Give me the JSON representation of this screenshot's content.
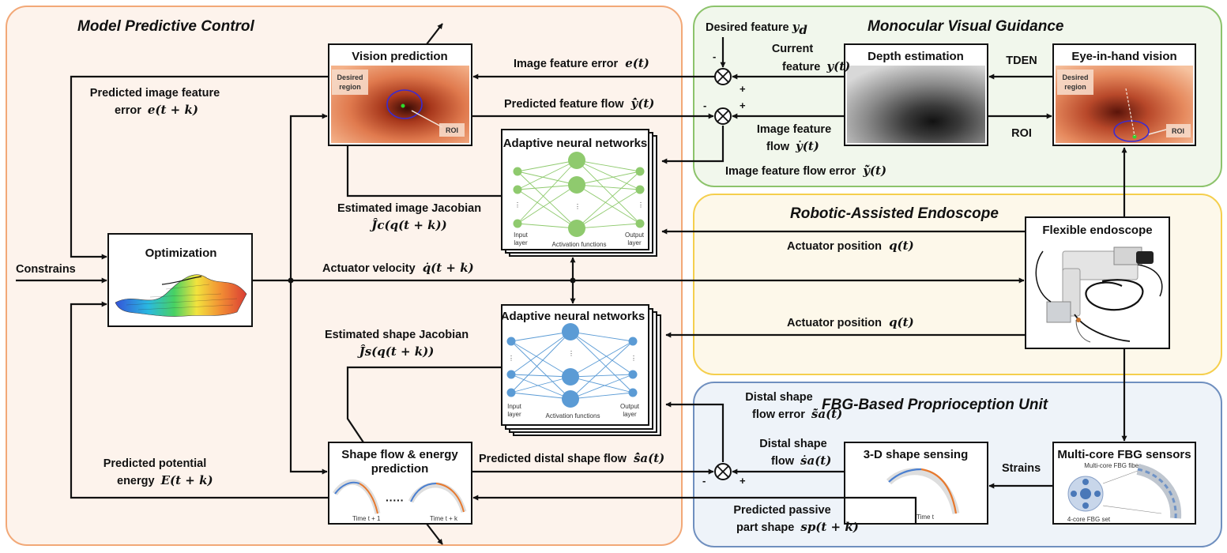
{
  "regions": {
    "mpc": "Model Predictive Control",
    "mvg": "Monocular Visual Guidance",
    "rae": "Robotic-Assisted Endoscope",
    "fbg": "FBG-Based Proprioception Unit"
  },
  "boxes": {
    "vision_prediction": "Vision prediction",
    "depth_estimation": "Depth estimation",
    "eye_in_hand": "Eye-in-hand vision",
    "flexible_endoscope": "Flexible endoscope",
    "optimization": "Optimization",
    "adaptive_nn_top": "Adaptive neural networks",
    "adaptive_nn_bottom": "Adaptive neural networks",
    "shape_flow_line1": "Shape flow & energy",
    "shape_flow_line2": "prediction",
    "shape_sensing": "3-D shape sensing",
    "fbg_sensors": "Multi-core FBG sensors"
  },
  "image_labels": {
    "desired_region_line1": "Desired",
    "desired_region_line2": "region",
    "roi": "ROI",
    "nn_input_line1": "Input",
    "nn_input_line2": "layer",
    "nn_output_line1": "Output",
    "nn_output_line2": "layer",
    "nn_activation": "Activation functions",
    "time_t_k1": "Time t + 1",
    "time_t_k2": "Time t + k",
    "time_t": "Time t",
    "fbg_fiber": "Multi-core FBG fiber",
    "fbg_set": "4-core FBG set"
  },
  "signals": {
    "desired_feature": "Desired feature",
    "desired_feature_sym": "y",
    "desired_feature_sub": "d",
    "current_feature_line1": "Current",
    "current_feature_line2": "feature",
    "current_feature_sym": "y(t)",
    "tden": "TDEN",
    "roi_arrow": "ROI",
    "image_feature_error": "Image feature error",
    "image_feature_error_sym": "e(t)",
    "predicted_feature_flow": "Predicted feature flow",
    "predicted_feature_flow_sym": "ŷ̇(t)",
    "image_feature_flow_line1": "Image feature",
    "image_feature_flow_line2": "flow",
    "image_feature_flow_sym": "ẏ(t)",
    "image_feature_flow_error": "Image feature flow error",
    "image_feature_flow_error_sym": "ỹ̇(t)",
    "predicted_image_error_line1": "Predicted image feature",
    "predicted_image_error_line2": "error",
    "predicted_image_error_sym": "e(t + k)",
    "estimated_image_jacobian": "Estimated image Jacobian",
    "estimated_image_jacobian_sym": "Ĵc(q(t + k))",
    "constrains": "Constrains",
    "actuator_velocity": "Actuator velocity",
    "actuator_velocity_sym": "q̇(t + k)",
    "actuator_position_top": "Actuator position",
    "actuator_position_top_sym": "q(t)",
    "actuator_position_bottom": "Actuator position",
    "actuator_position_bottom_sym": "q(t)",
    "estimated_shape_jacobian": "Estimated shape Jacobian",
    "estimated_shape_jacobian_sym": "Ĵs(q(t + k))",
    "distal_shape_error_line1": "Distal shape",
    "distal_shape_error_line2": "flow error",
    "distal_shape_error_sym": "s̃̇a(t)",
    "distal_shape_flow_line1": "Distal shape",
    "distal_shape_flow_line2": "flow",
    "distal_shape_flow_sym": "ṡa(t)",
    "strains": "Strains",
    "predicted_distal_flow": "Predicted distal shape flow",
    "predicted_distal_flow_sym": "ŝ̇a(t)",
    "predicted_energy_line1": "Predicted potential",
    "predicted_energy_line2": "energy",
    "predicted_energy_sym": "E(t + k)",
    "predicted_passive_line1": "Predicted passive",
    "predicted_passive_line2": "part shape",
    "predicted_passive_sym": "sp(t + k)"
  },
  "summing_signs": {
    "top_minus": "-",
    "top_plus": "+",
    "mid_minus": "-",
    "mid_plus": "+",
    "bottom_minus": "-",
    "bottom_plus": "+"
  },
  "colors": {
    "mpc_border": "#f2a877",
    "mpc_fill": "#fdf3ec",
    "mvg_border": "#8cc36b",
    "mvg_fill": "#f1f7ec",
    "rae_border": "#f5cf4d",
    "rae_fill": "#fdf8ea",
    "fbg_border": "#6f8fbf",
    "fbg_fill": "#eef3f9",
    "nn_green": "#8fca6e",
    "nn_blue": "#5b9bd5"
  }
}
